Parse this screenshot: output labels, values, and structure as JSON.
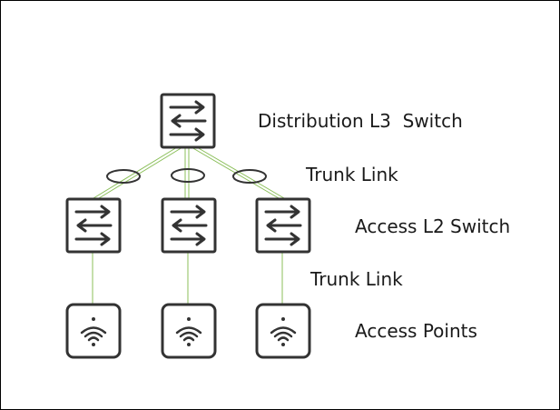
{
  "colors": {
    "link": "#8bbf5a",
    "device_stroke": "#333333",
    "text": "#1a1a1a"
  },
  "labels": {
    "distribution": "Distribution L3  Switch",
    "trunk_upper": "Trunk Link",
    "access_switch": "Access L2 Switch",
    "trunk_lower": "Trunk Link",
    "access_points": "Access Points"
  },
  "devices": {
    "distribution_switch": {
      "icon": "switch-icon"
    },
    "access_switches": [
      {
        "icon": "switch-icon"
      },
      {
        "icon": "switch-icon"
      },
      {
        "icon": "switch-icon"
      }
    ],
    "access_points": [
      {
        "icon": "wifi-icon"
      },
      {
        "icon": "wifi-icon"
      },
      {
        "icon": "wifi-icon"
      }
    ]
  }
}
